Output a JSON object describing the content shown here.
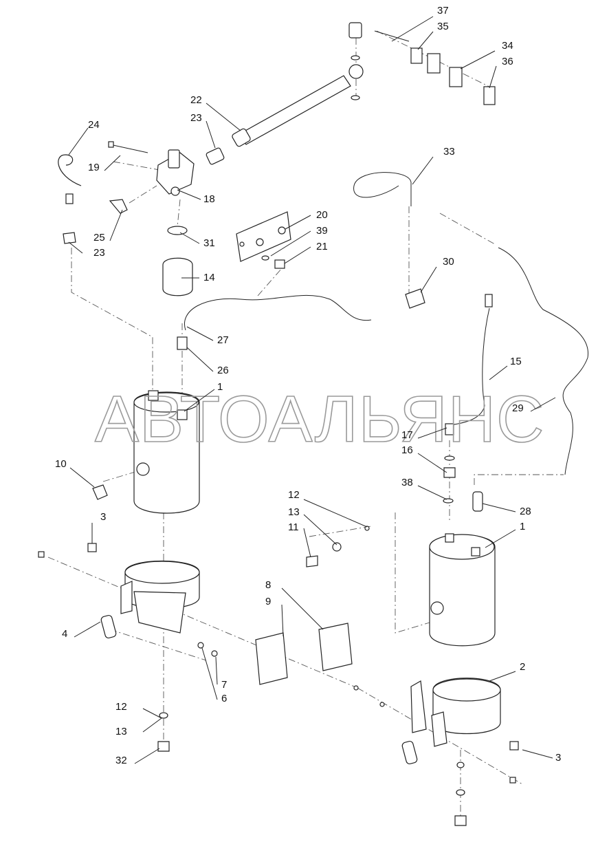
{
  "watermark": "АВТОАЛЬЯНС",
  "callouts": [
    {
      "id": "c37",
      "text": "37"
    },
    {
      "id": "c35",
      "text": "35"
    },
    {
      "id": "c34",
      "text": "34"
    },
    {
      "id": "c36",
      "text": "36"
    },
    {
      "id": "c22",
      "text": "22"
    },
    {
      "id": "c23a",
      "text": "23"
    },
    {
      "id": "c24",
      "text": "24"
    },
    {
      "id": "c19",
      "text": "19"
    },
    {
      "id": "c18",
      "text": "18"
    },
    {
      "id": "c25",
      "text": "25"
    },
    {
      "id": "c23b",
      "text": "23"
    },
    {
      "id": "c31",
      "text": "31"
    },
    {
      "id": "c14",
      "text": "14"
    },
    {
      "id": "c33",
      "text": "33"
    },
    {
      "id": "c20",
      "text": "20"
    },
    {
      "id": "c39",
      "text": "39"
    },
    {
      "id": "c21",
      "text": "21"
    },
    {
      "id": "c30",
      "text": "30"
    },
    {
      "id": "c27",
      "text": "27"
    },
    {
      "id": "c26",
      "text": "26"
    },
    {
      "id": "c1a",
      "text": "1"
    },
    {
      "id": "c15",
      "text": "15"
    },
    {
      "id": "c29",
      "text": "29"
    },
    {
      "id": "c10",
      "text": "10"
    },
    {
      "id": "c17",
      "text": "17"
    },
    {
      "id": "c16",
      "text": "16"
    },
    {
      "id": "c38",
      "text": "38"
    },
    {
      "id": "c28",
      "text": "28"
    },
    {
      "id": "c12a",
      "text": "12"
    },
    {
      "id": "c13a",
      "text": "13"
    },
    {
      "id": "c11",
      "text": "11"
    },
    {
      "id": "c1b",
      "text": "1"
    },
    {
      "id": "c3a",
      "text": "3"
    },
    {
      "id": "c8",
      "text": "8"
    },
    {
      "id": "c9",
      "text": "9"
    },
    {
      "id": "c4",
      "text": "4"
    },
    {
      "id": "c2",
      "text": "2"
    },
    {
      "id": "c7",
      "text": "7"
    },
    {
      "id": "c6",
      "text": "6"
    },
    {
      "id": "c12b",
      "text": "12"
    },
    {
      "id": "c13b",
      "text": "13"
    },
    {
      "id": "c32",
      "text": "32"
    },
    {
      "id": "c3b",
      "text": "3"
    }
  ]
}
